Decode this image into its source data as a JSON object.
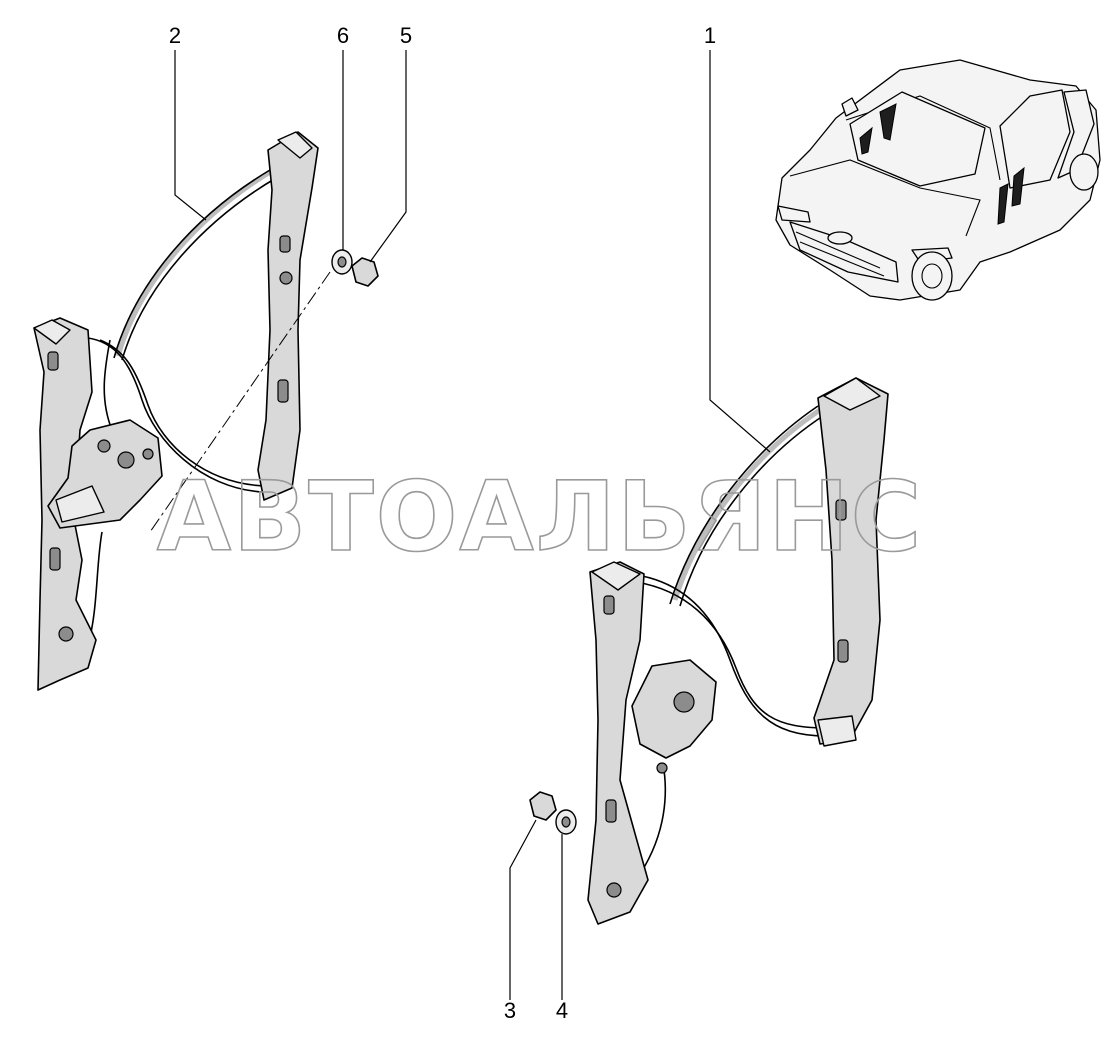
{
  "diagram": {
    "callouts": [
      {
        "id": "1",
        "label": "1"
      },
      {
        "id": "2",
        "label": "2"
      },
      {
        "id": "3",
        "label": "3"
      },
      {
        "id": "4",
        "label": "4"
      },
      {
        "id": "5",
        "label": "5"
      },
      {
        "id": "6",
        "label": "6"
      }
    ],
    "watermark": "АВТОАЛЬЯНС",
    "colors": {
      "line": "#000000",
      "part_fill": "#d9d9d9",
      "watermark_stroke": "#9a9a9a",
      "background": "#ffffff"
    }
  }
}
